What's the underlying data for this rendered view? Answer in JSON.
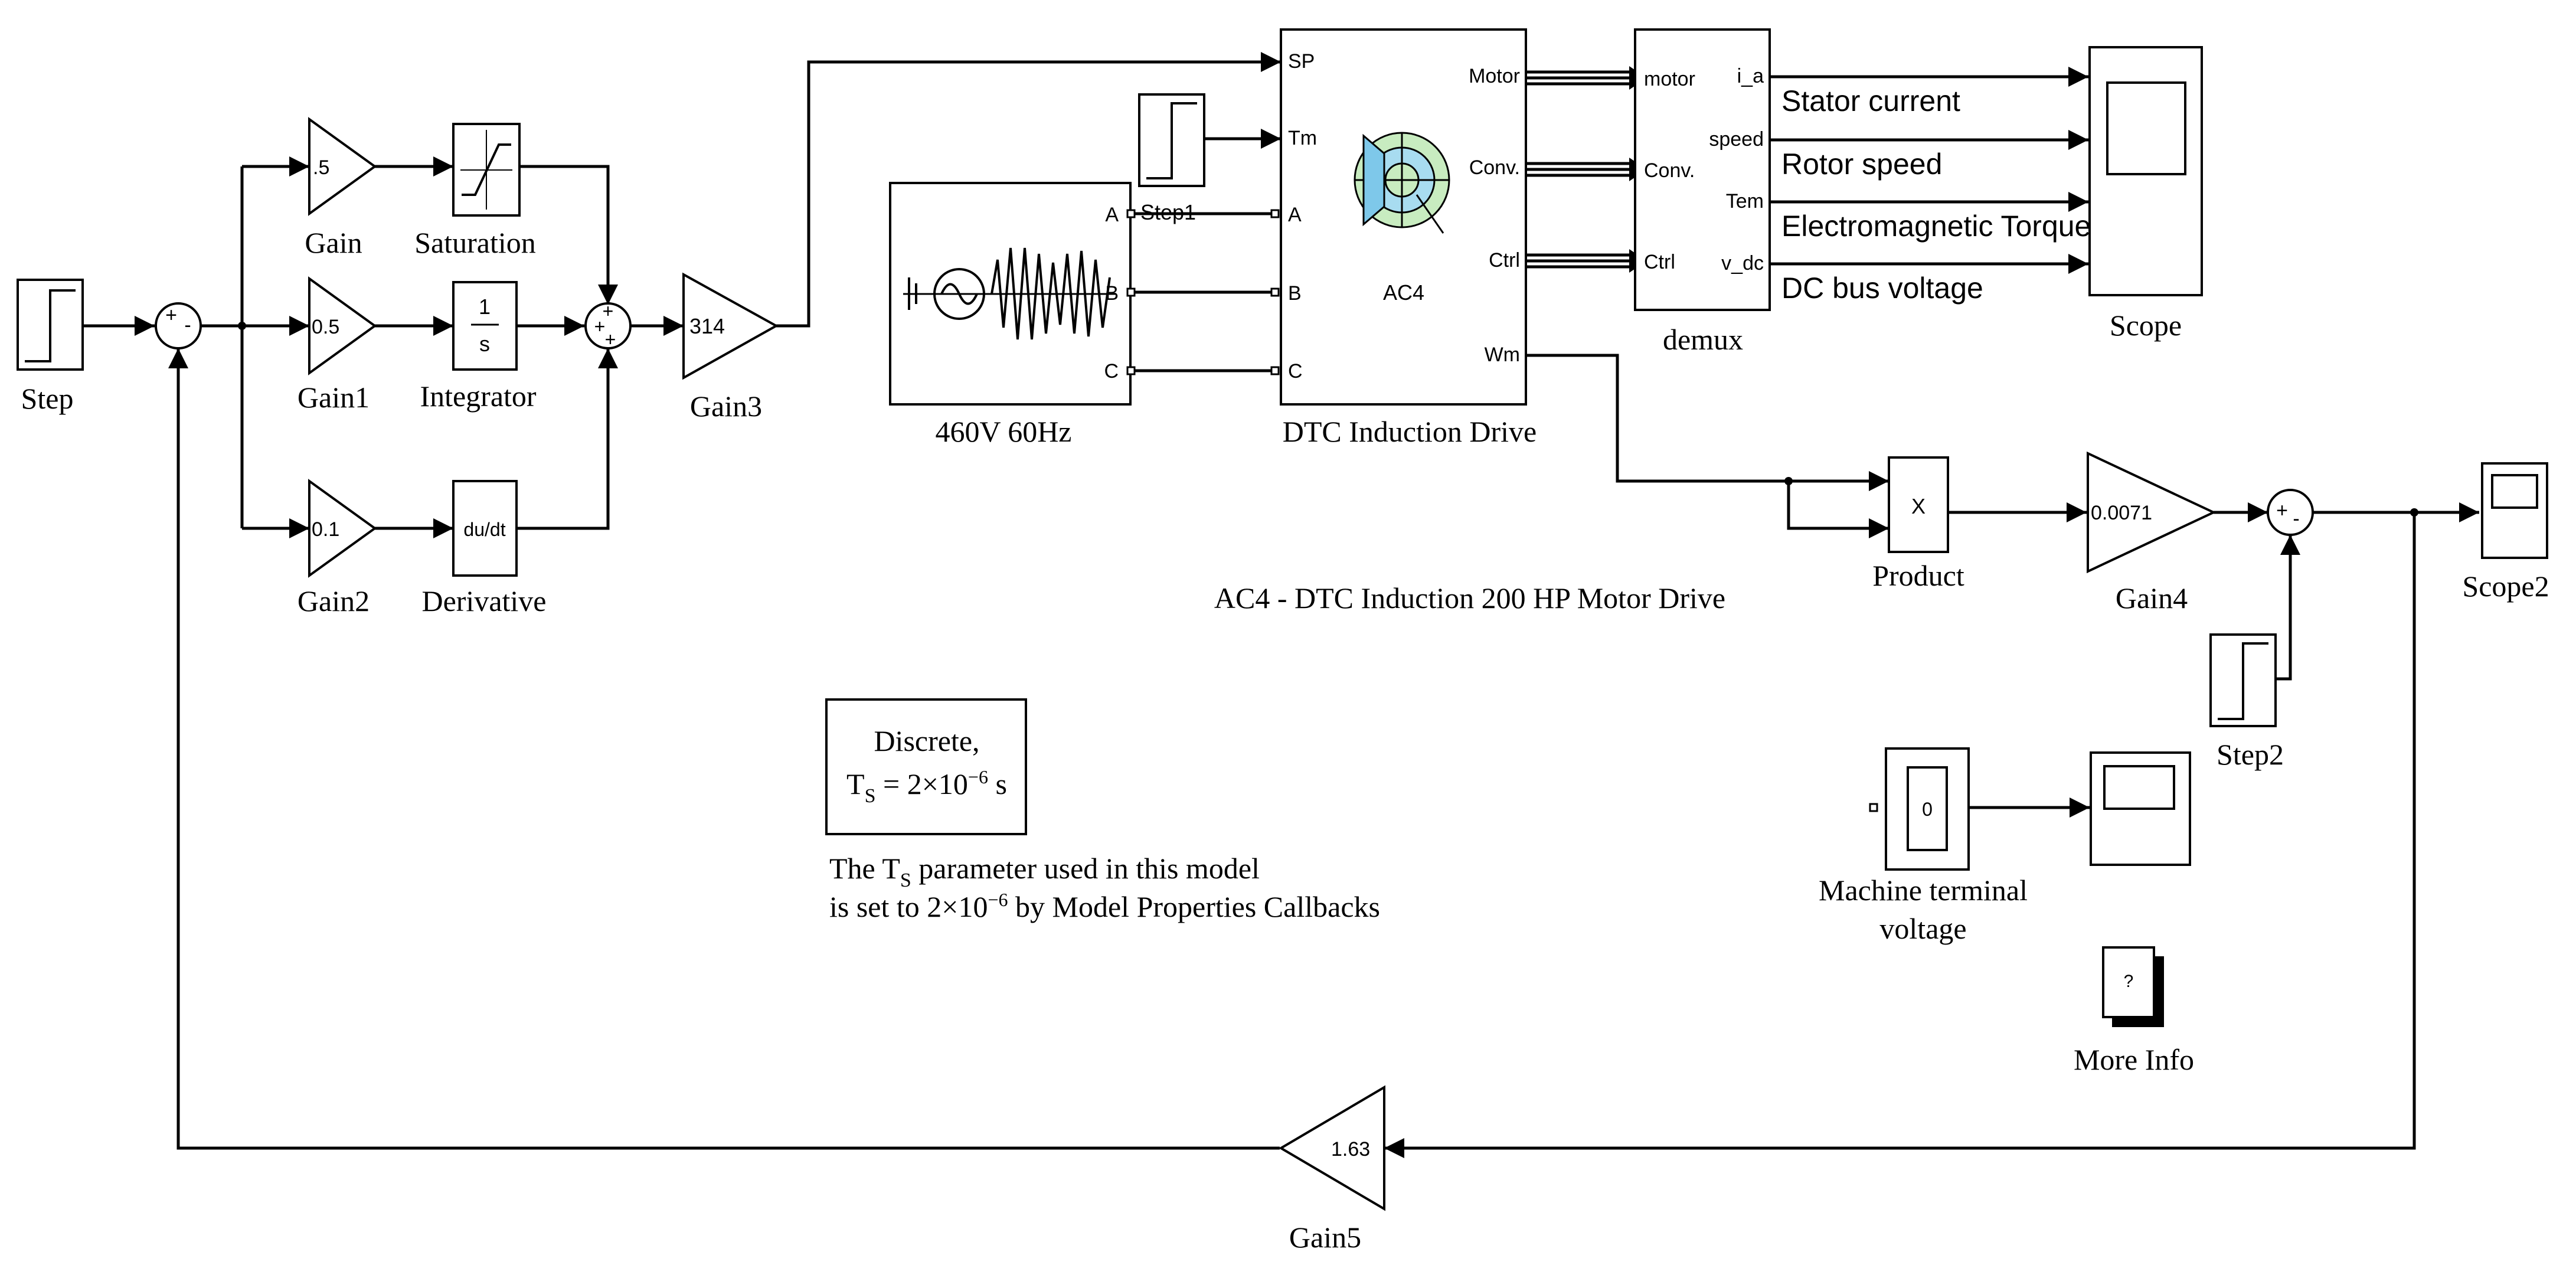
{
  "blocks": {
    "step": {
      "name": "Step"
    },
    "sum1": {
      "signs": [
        "+",
        "-"
      ]
    },
    "gain": {
      "name": "Gain",
      "value": ".5"
    },
    "gain1": {
      "name": "Gain1",
      "value": "0.5"
    },
    "gain2": {
      "name": "Gain2",
      "value": "0.1"
    },
    "saturation": {
      "name": "Saturation"
    },
    "integrator": {
      "name": "Integrator",
      "num": "1",
      "den": "s"
    },
    "derivative": {
      "name": "Derivative",
      "text": "du/dt"
    },
    "sum2": {
      "signs": [
        "+",
        "+",
        "+"
      ]
    },
    "gain3": {
      "name": "Gain3",
      "value": "314"
    },
    "source": {
      "name": "460V 60Hz",
      "ports": [
        "A",
        "B",
        "C"
      ]
    },
    "step1": {
      "name": "Step1"
    },
    "drive": {
      "name": "DTC Induction Drive",
      "icon_label": "AC4",
      "in_ports": [
        "SP",
        "Tm",
        "A",
        "B",
        "C"
      ],
      "out_ports": [
        "Motor",
        "Conv.",
        "Ctrl",
        "Wm"
      ]
    },
    "demux": {
      "name": "demux",
      "in_ports": [
        "motor",
        "Conv.",
        "Ctrl"
      ],
      "out_ports": [
        "i_a",
        "speed",
        "Tem",
        "v_dc"
      ]
    },
    "signals": [
      "Stator current",
      "Rotor speed",
      "Electromagnetic Torque",
      "DC bus voltage"
    ],
    "scope": {
      "name": "Scope"
    },
    "product": {
      "name": "Product",
      "symbol": "X"
    },
    "gain4": {
      "name": "Gain4",
      "value": "0.0071"
    },
    "sum3": {
      "signs": [
        "+",
        "-"
      ]
    },
    "scope2": {
      "name": "Scope2"
    },
    "step2": {
      "name": "Step2"
    },
    "terminal": {
      "name_line1": "Machine terminal",
      "name_line2": "voltage",
      "value": "0"
    },
    "more_info": {
      "name": "More Info",
      "symbol": "?"
    },
    "gain5": {
      "name": "Gain5",
      "value": "1.63"
    },
    "powergui": {
      "line1": "Discrete,",
      "line2_pre": "T",
      "line2_sub": "S",
      "line2_post": " = 2×10",
      "line2_exp": "−6",
      "line2_unit": " s"
    }
  },
  "annotations": {
    "model_title": "AC4 - DTC Induction 200 HP Motor Drive",
    "ts_note_line1_pre": "The T",
    "ts_note_line1_sub": "S",
    "ts_note_line1_post": " parameter used in this model",
    "ts_note_line2_pre": "is set to 2×10",
    "ts_note_line2_exp": "−6",
    "ts_note_line2_post": " by Model Properties Callbacks"
  }
}
